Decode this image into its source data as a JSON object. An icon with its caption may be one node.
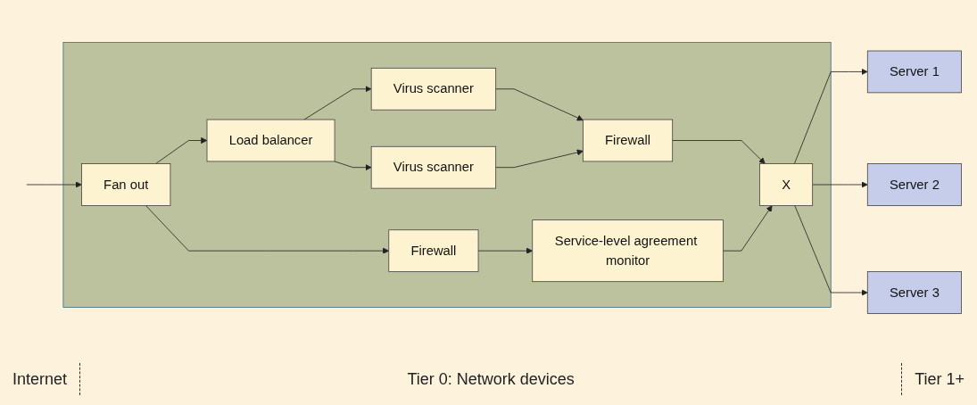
{
  "diagram": {
    "nodes": [
      {
        "text": [],
        "shape": "box"
      },
      {
        "text": [
          "Fan out"
        ],
        "in": 0
      },
      {
        "text": [
          "Load balancer"
        ],
        "in": 0
      },
      {
        "text": [
          "Virus scanner"
        ],
        "in": 0
      },
      {
        "text": [
          "Virus scanner"
        ],
        "in": 0
      },
      {
        "text": [
          "Firewall"
        ],
        "in": 0
      },
      {
        "text": [
          "Firewall"
        ],
        "in": 0
      },
      {
        "text": [
          "Service-level agreement monitor"
        ],
        "in": 0
      },
      {
        "text": [
          "X"
        ],
        "in": 0
      },
      {
        "text": [
          "Server 1"
        ]
      },
      {
        "text": [
          "Server 2"
        ]
      },
      {
        "text": [
          "Server 3"
        ]
      }
    ],
    "edges": [
      {
        "from": null,
        "to": 1,
        "arrow": "to"
      },
      {
        "from": 1,
        "to": 2,
        "arrow": "to"
      },
      {
        "from": 1,
        "to": 6,
        "arrow": "to"
      },
      {
        "from": 2,
        "to": 3,
        "arrow": "to"
      },
      {
        "from": 2,
        "to": 4,
        "arrow": "to"
      },
      {
        "from": 3,
        "to": 5,
        "arrow": "to"
      },
      {
        "from": 4,
        "to": 5,
        "arrow": "to"
      },
      {
        "from": 5,
        "to": 8,
        "arrow": "to"
      },
      {
        "from": 6,
        "to": 7,
        "arrow": "to"
      },
      {
        "from": 7,
        "to": 8,
        "arrow": "to"
      },
      {
        "from": 8,
        "to": 9,
        "arrow": "to"
      },
      {
        "from": 8,
        "to": 10,
        "arrow": "to"
      },
      {
        "from": 8,
        "to": 11,
        "arrow": "to"
      }
    ],
    "labels": [
      "Internet",
      "Tier 0: Network devices",
      "Tier 1+"
    ]
  }
}
